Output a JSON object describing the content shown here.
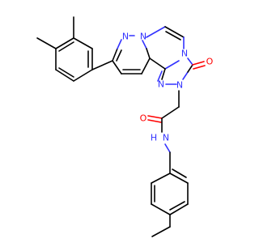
{
  "molecule": {
    "colors": {
      "carbon_bond": "#000000",
      "nitrogen": "#3333ff",
      "oxygen": "#ff0000",
      "background": "#ffffff"
    },
    "atom_labels": [
      {
        "id": "n-pz-2",
        "text": "N",
        "element": "nitrogen"
      },
      {
        "id": "n-pz-1",
        "text": "N",
        "element": "nitrogen"
      },
      {
        "id": "n-tz-4",
        "text": "N",
        "element": "nitrogen"
      },
      {
        "id": "n-tz-1",
        "text": "N",
        "element": "nitrogen"
      },
      {
        "id": "n-tz-2",
        "text": "N",
        "element": "nitrogen"
      },
      {
        "id": "o-carbonyl-ring",
        "text": "O",
        "element": "oxygen"
      },
      {
        "id": "o-amide",
        "text": "O",
        "element": "oxygen"
      },
      {
        "id": "nh-amide",
        "text": "N",
        "element": "nitrogen"
      },
      {
        "id": "h-amide",
        "text": "H",
        "element": "nitrogen"
      }
    ]
  }
}
